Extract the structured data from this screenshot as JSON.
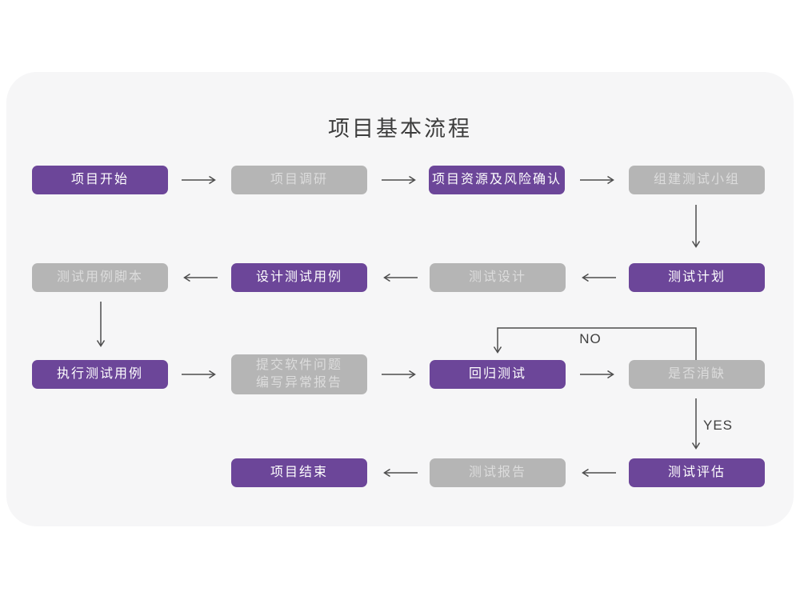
{
  "title": "项目基本流程",
  "colors": {
    "purple": "#6C4699",
    "purple_text": "#FFFFFF",
    "gray": "#B5B5B5",
    "gray_text": "#DCDCDC",
    "panel": "#F6F6F7",
    "arrow": "#4D4D4D",
    "title_text": "#3C3C3C",
    "label_text": "#3F3F3F"
  },
  "nodes": [
    {
      "label": "项目开始",
      "variant": "purple"
    },
    {
      "label": "项目调研",
      "variant": "gray"
    },
    {
      "label": "项目资源及风险确认",
      "variant": "purple"
    },
    {
      "label": "组建测试小组",
      "variant": "gray"
    },
    {
      "label": "测试计划",
      "variant": "purple"
    },
    {
      "label": "测试设计",
      "variant": "gray"
    },
    {
      "label": "设计测试用例",
      "variant": "purple"
    },
    {
      "label": "测试用例脚本",
      "variant": "gray"
    },
    {
      "label": "执行测试用例",
      "variant": "purple"
    },
    {
      "label": "提交软件问题\n编写异常报告",
      "variant": "gray"
    },
    {
      "label": "回归测试",
      "variant": "purple"
    },
    {
      "label": "是否消缺",
      "variant": "gray"
    },
    {
      "label": "测试评估",
      "variant": "purple"
    },
    {
      "label": "测试报告",
      "variant": "gray"
    },
    {
      "label": "项目结束",
      "variant": "purple"
    }
  ],
  "edge_labels": {
    "no": "NO",
    "yes": "YES"
  }
}
